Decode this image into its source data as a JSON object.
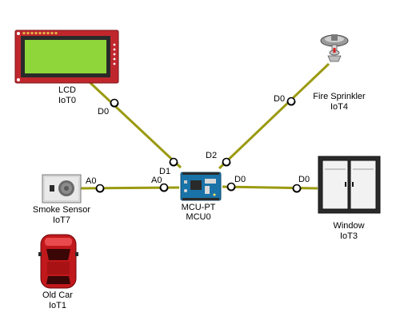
{
  "colors": {
    "link": "#9a9a10",
    "lcd_board": "#c0272d",
    "lcd_screen": "#8ed63a",
    "mcu_board": "#1a73a8",
    "car_body": "#c0181b"
  },
  "devices": {
    "lcd": {
      "name": "LCD",
      "id": "IoT0",
      "icon": "lcd-icon"
    },
    "sprinkler": {
      "name": "Fire Sprinkler",
      "id": "IoT4",
      "icon": "fire-sprinkler-icon"
    },
    "mcu": {
      "name": "MCU-PT",
      "id": "MCU0",
      "icon": "microcontroller-icon"
    },
    "smoke": {
      "name": "Smoke Sensor",
      "id": "IoT7",
      "icon": "smoke-sensor-icon"
    },
    "window": {
      "name": "Window",
      "id": "IoT3",
      "icon": "window-icon"
    },
    "car": {
      "name": "Old Car",
      "id": "IoT1",
      "icon": "car-icon"
    }
  },
  "ports": {
    "lcd_side": "D0",
    "mcu_lcd_side": "D1",
    "sprinkler_side": "D0",
    "mcu_sprinkler_side": "D2",
    "smoke_side": "A0",
    "mcu_smoke_side": "A0",
    "mcu_window_side": "D0",
    "window_side": "D0"
  }
}
